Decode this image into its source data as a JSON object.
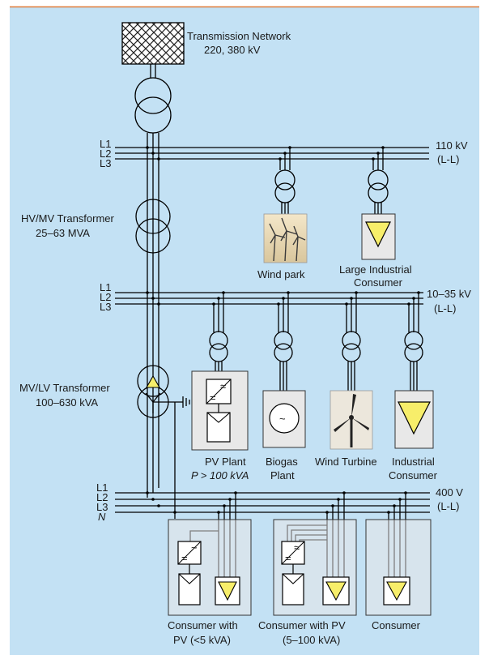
{
  "colors": {
    "background": "#c3e1f4",
    "top_rule": "#e07b39",
    "box_fill": "#e8e8e8",
    "triangle_yellow": "#f7ee6a",
    "line": "#000000"
  },
  "labels": {
    "transmission_title": "Transmission Network",
    "transmission_voltage": "220, 380 kV",
    "hvmv_title": "HV/MV Transformer",
    "hvmv_rating": "25–63 MVA",
    "mvlv_title": "MV/LV Transformer",
    "mvlv_rating": "100–630 kVA",
    "wind_park": "Wind park",
    "large_industrial_line1": "Large Industrial",
    "large_industrial_line2": "Consumer",
    "pv_plant_line1": "PV Plant",
    "pv_plant_line2": "P > 100 kVA",
    "biogas_line1": "Biogas",
    "biogas_line2": "Plant",
    "wind_turbine": "Wind Turbine",
    "industrial_line1": "Industrial",
    "industrial_line2": "Consumer",
    "consumer_pv_small_line1": "Consumer with",
    "consumer_pv_small_line2": "PV (<5 kVA)",
    "consumer_pv_large_line1": "Consumer with PV",
    "consumer_pv_large_line2": "(5–100 kVA)",
    "consumer": "Consumer"
  },
  "buses": {
    "hv": {
      "phases": [
        "L1",
        "L2",
        "L3"
      ],
      "voltage": "110 kV",
      "type": "(L-L)"
    },
    "mv": {
      "phases": [
        "L1",
        "L2",
        "L3"
      ],
      "voltage": "10–35 kV",
      "type": "(L-L)"
    },
    "lv": {
      "phases": [
        "L1",
        "L2",
        "L3",
        "N"
      ],
      "voltage": "400 V",
      "type": "(L-L)"
    }
  },
  "icons": {
    "inverter": "dc-ac-inverter-icon",
    "pv_module": "pv-panel-icon",
    "generator": "generator-icon",
    "load": "load-triangle-icon",
    "transformer": "transformer-icon",
    "grid": "transmission-grid-icon",
    "ground": "ground-icon"
  }
}
